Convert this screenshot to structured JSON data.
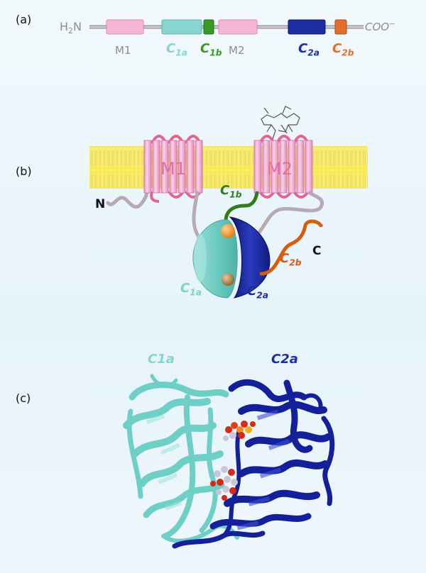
{
  "panels": {
    "a": "(a)",
    "b": "(b)",
    "c": "(c)"
  },
  "linear_map": {
    "n_terminus": {
      "main": "H",
      "sub": "2",
      "tail": "N"
    },
    "c_terminus": {
      "main": "COO",
      "sup": "−"
    },
    "domains": [
      {
        "name": "M1",
        "color": "#f6b6d8"
      },
      {
        "name": "C1a",
        "main": "C",
        "sub": "1a",
        "color": "#86d6cf"
      },
      {
        "name": "C1b",
        "main": "C",
        "sub": "1b",
        "color": "#3a9a24"
      },
      {
        "name": "M2",
        "color": "#f6b6d8"
      },
      {
        "name": "C2a",
        "main": "C",
        "sub": "2a",
        "color": "#1c2ea2"
      },
      {
        "name": "C2b",
        "main": "C",
        "sub": "2b",
        "color": "#e2702a"
      }
    ]
  },
  "topology": {
    "m1": "M1",
    "m2": "M2",
    "n_label": "N",
    "c_label": "C",
    "c1b": {
      "main": "C",
      "sub": "1b"
    },
    "c2b": {
      "main": "C",
      "sub": "2b"
    },
    "c1a": {
      "main": "C",
      "sub": "1a"
    },
    "c2a": {
      "main": "C",
      "sub": "2a"
    },
    "colors": {
      "membrane": "#f6ea6a",
      "helix": "#f4b3d6",
      "loop": "#b7aab3",
      "c1a": "#7fd1c8",
      "c2a": "#1c2ea2",
      "c1b": "#2f7d1f",
      "c2b": "#d65c10"
    }
  },
  "structure": {
    "c1a_label": "C1a",
    "c2a_label": "C2a",
    "colors": {
      "c1a": "#6dcfc6",
      "c2a": "#14209a",
      "ligand_red": "#d42a1a",
      "ligand_grey": "#c9c6dc"
    }
  }
}
